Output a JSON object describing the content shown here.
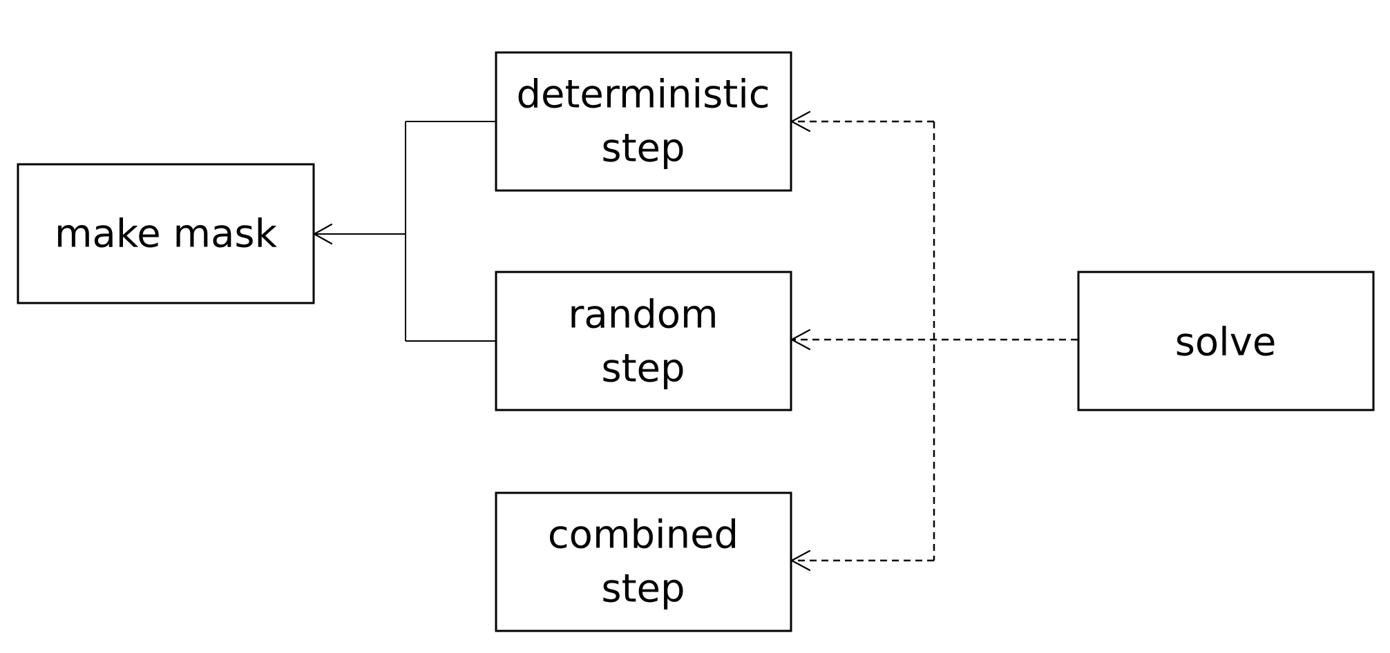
{
  "nodes": {
    "make_mask": {
      "label": "make mask"
    },
    "deterministic_step": {
      "line1": "deterministic",
      "line2": "step"
    },
    "random_step": {
      "line1": "random",
      "line2": "step"
    },
    "combined_step": {
      "line1": "combined",
      "line2": "step"
    },
    "solve": {
      "label": "solve"
    }
  },
  "colors": {
    "stroke": "#000000",
    "fill": "#ffffff",
    "text": "#000000"
  }
}
